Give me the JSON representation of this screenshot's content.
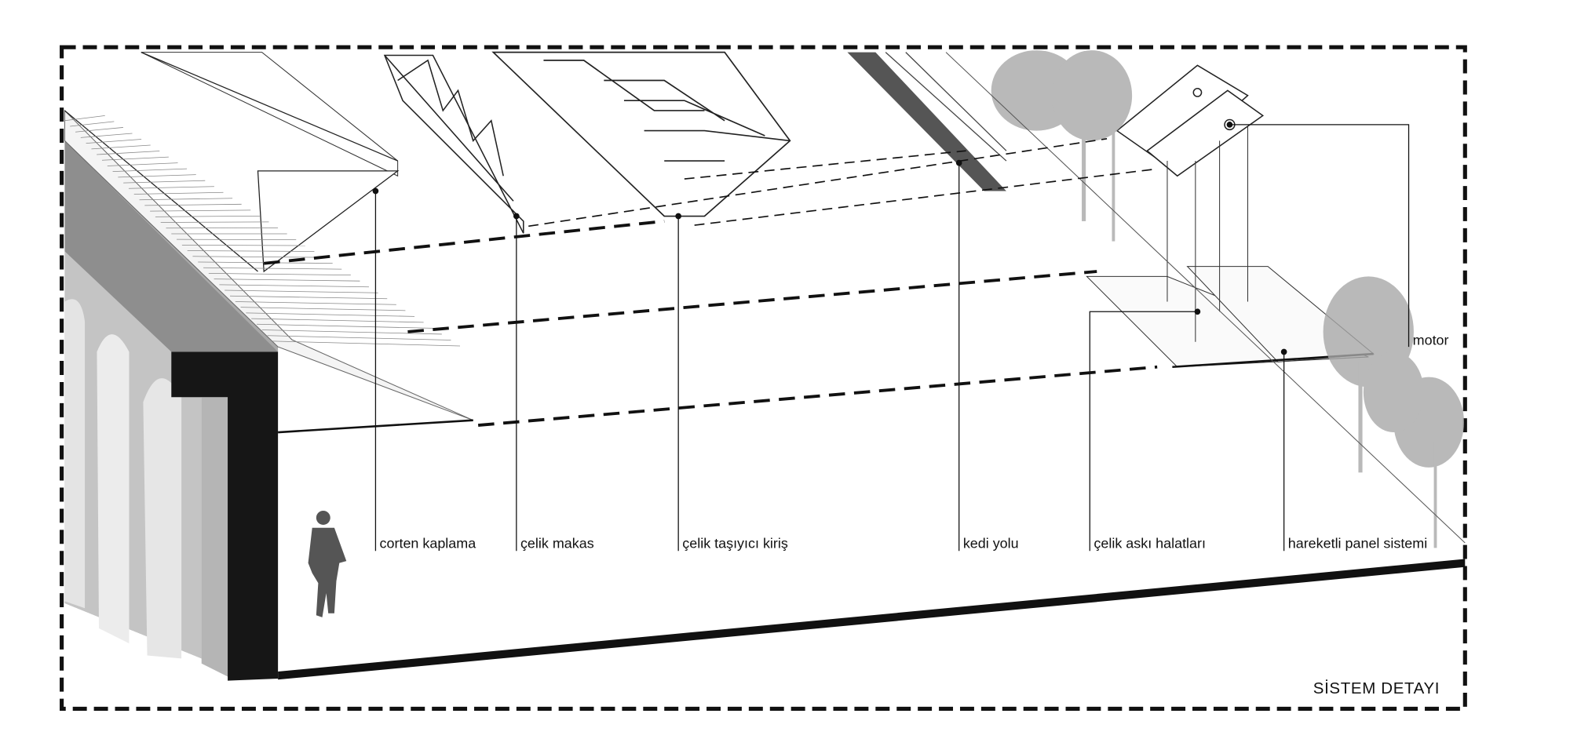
{
  "title": "SİSTEM DETAYI",
  "labels": {
    "corten": "corten kaplama",
    "makas": "çelik makas",
    "kiris": "çelik taşıyıcı kiriş",
    "kedi": "kedi yolu",
    "halat": "çelik askı halatları",
    "panel": "hareketli panel sistemi",
    "motor": "motor"
  },
  "colors": {
    "ink": "#111111",
    "concrete": "#bdbdbd",
    "tree": "#9a9a9a"
  }
}
